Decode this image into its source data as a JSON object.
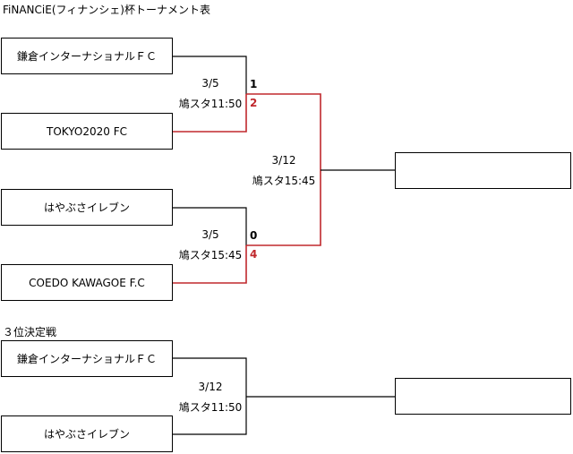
{
  "title": "FiNANCiE(フィナンシェ)杯トーナメント表",
  "bracket": {
    "teams": [
      "鎌倉インターナショナルＦＣ",
      "TOKYO2020 FC",
      "はやぶさイレブン",
      "COEDO KAWAGOE F.C"
    ],
    "semifinal_1": {
      "date": "3/5",
      "venue_time": "鳩スタ11:50",
      "score_top": "1",
      "score_bottom": "2"
    },
    "semifinal_2": {
      "date": "3/5",
      "venue_time": "鳩スタ15:45",
      "score_top": "0",
      "score_bottom": "4"
    },
    "final": {
      "date": "3/12",
      "venue_time": "鳩スタ15:45",
      "winner": ""
    }
  },
  "third_place": {
    "title": "３位決定戦",
    "teams": [
      "鎌倉インターナショナルＦＣ",
      "はやぶさイレブン"
    ],
    "match": {
      "date": "3/12",
      "venue_time": "鳩スタ11:50"
    },
    "winner": ""
  },
  "colors": {
    "winner_line": "#c0282d",
    "line": "#000000"
  }
}
